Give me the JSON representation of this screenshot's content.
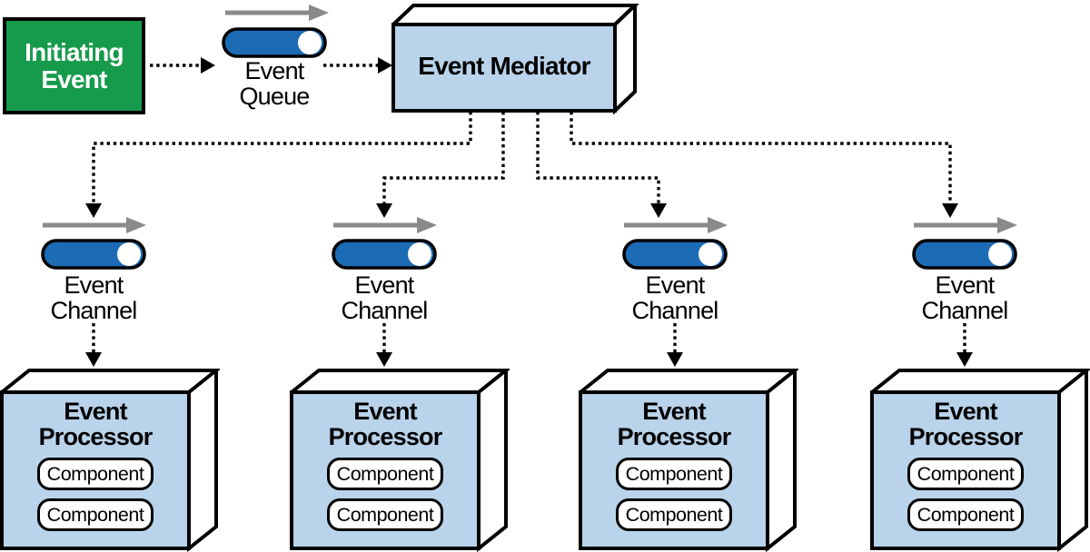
{
  "colors": {
    "initiating_green": "#169A4C",
    "cylinder_blue": "#1B6CB4",
    "box_light_blue": "#B9D3EA",
    "flow_arrow_gray": "#8A8A8A",
    "line_black": "#000000"
  },
  "nodes": {
    "initiating_event": {
      "line1": "Initiating",
      "line2": "Event"
    },
    "event_queue": {
      "line1": "Event",
      "line2": "Queue"
    },
    "event_mediator": {
      "label": "Event Mediator"
    }
  },
  "channels": [
    {
      "line1": "Event",
      "line2": "Channel"
    },
    {
      "line1": "Event",
      "line2": "Channel"
    },
    {
      "line1": "Event",
      "line2": "Channel"
    },
    {
      "line1": "Event",
      "line2": "Channel"
    }
  ],
  "processors": [
    {
      "line1": "Event",
      "line2": "Processor",
      "components": [
        "Component",
        "Component"
      ]
    },
    {
      "line1": "Event",
      "line2": "Processor",
      "components": [
        "Component",
        "Component"
      ]
    },
    {
      "line1": "Event",
      "line2": "Processor",
      "components": [
        "Component",
        "Component"
      ]
    },
    {
      "line1": "Event",
      "line2": "Processor",
      "components": [
        "Component",
        "Component"
      ]
    }
  ]
}
